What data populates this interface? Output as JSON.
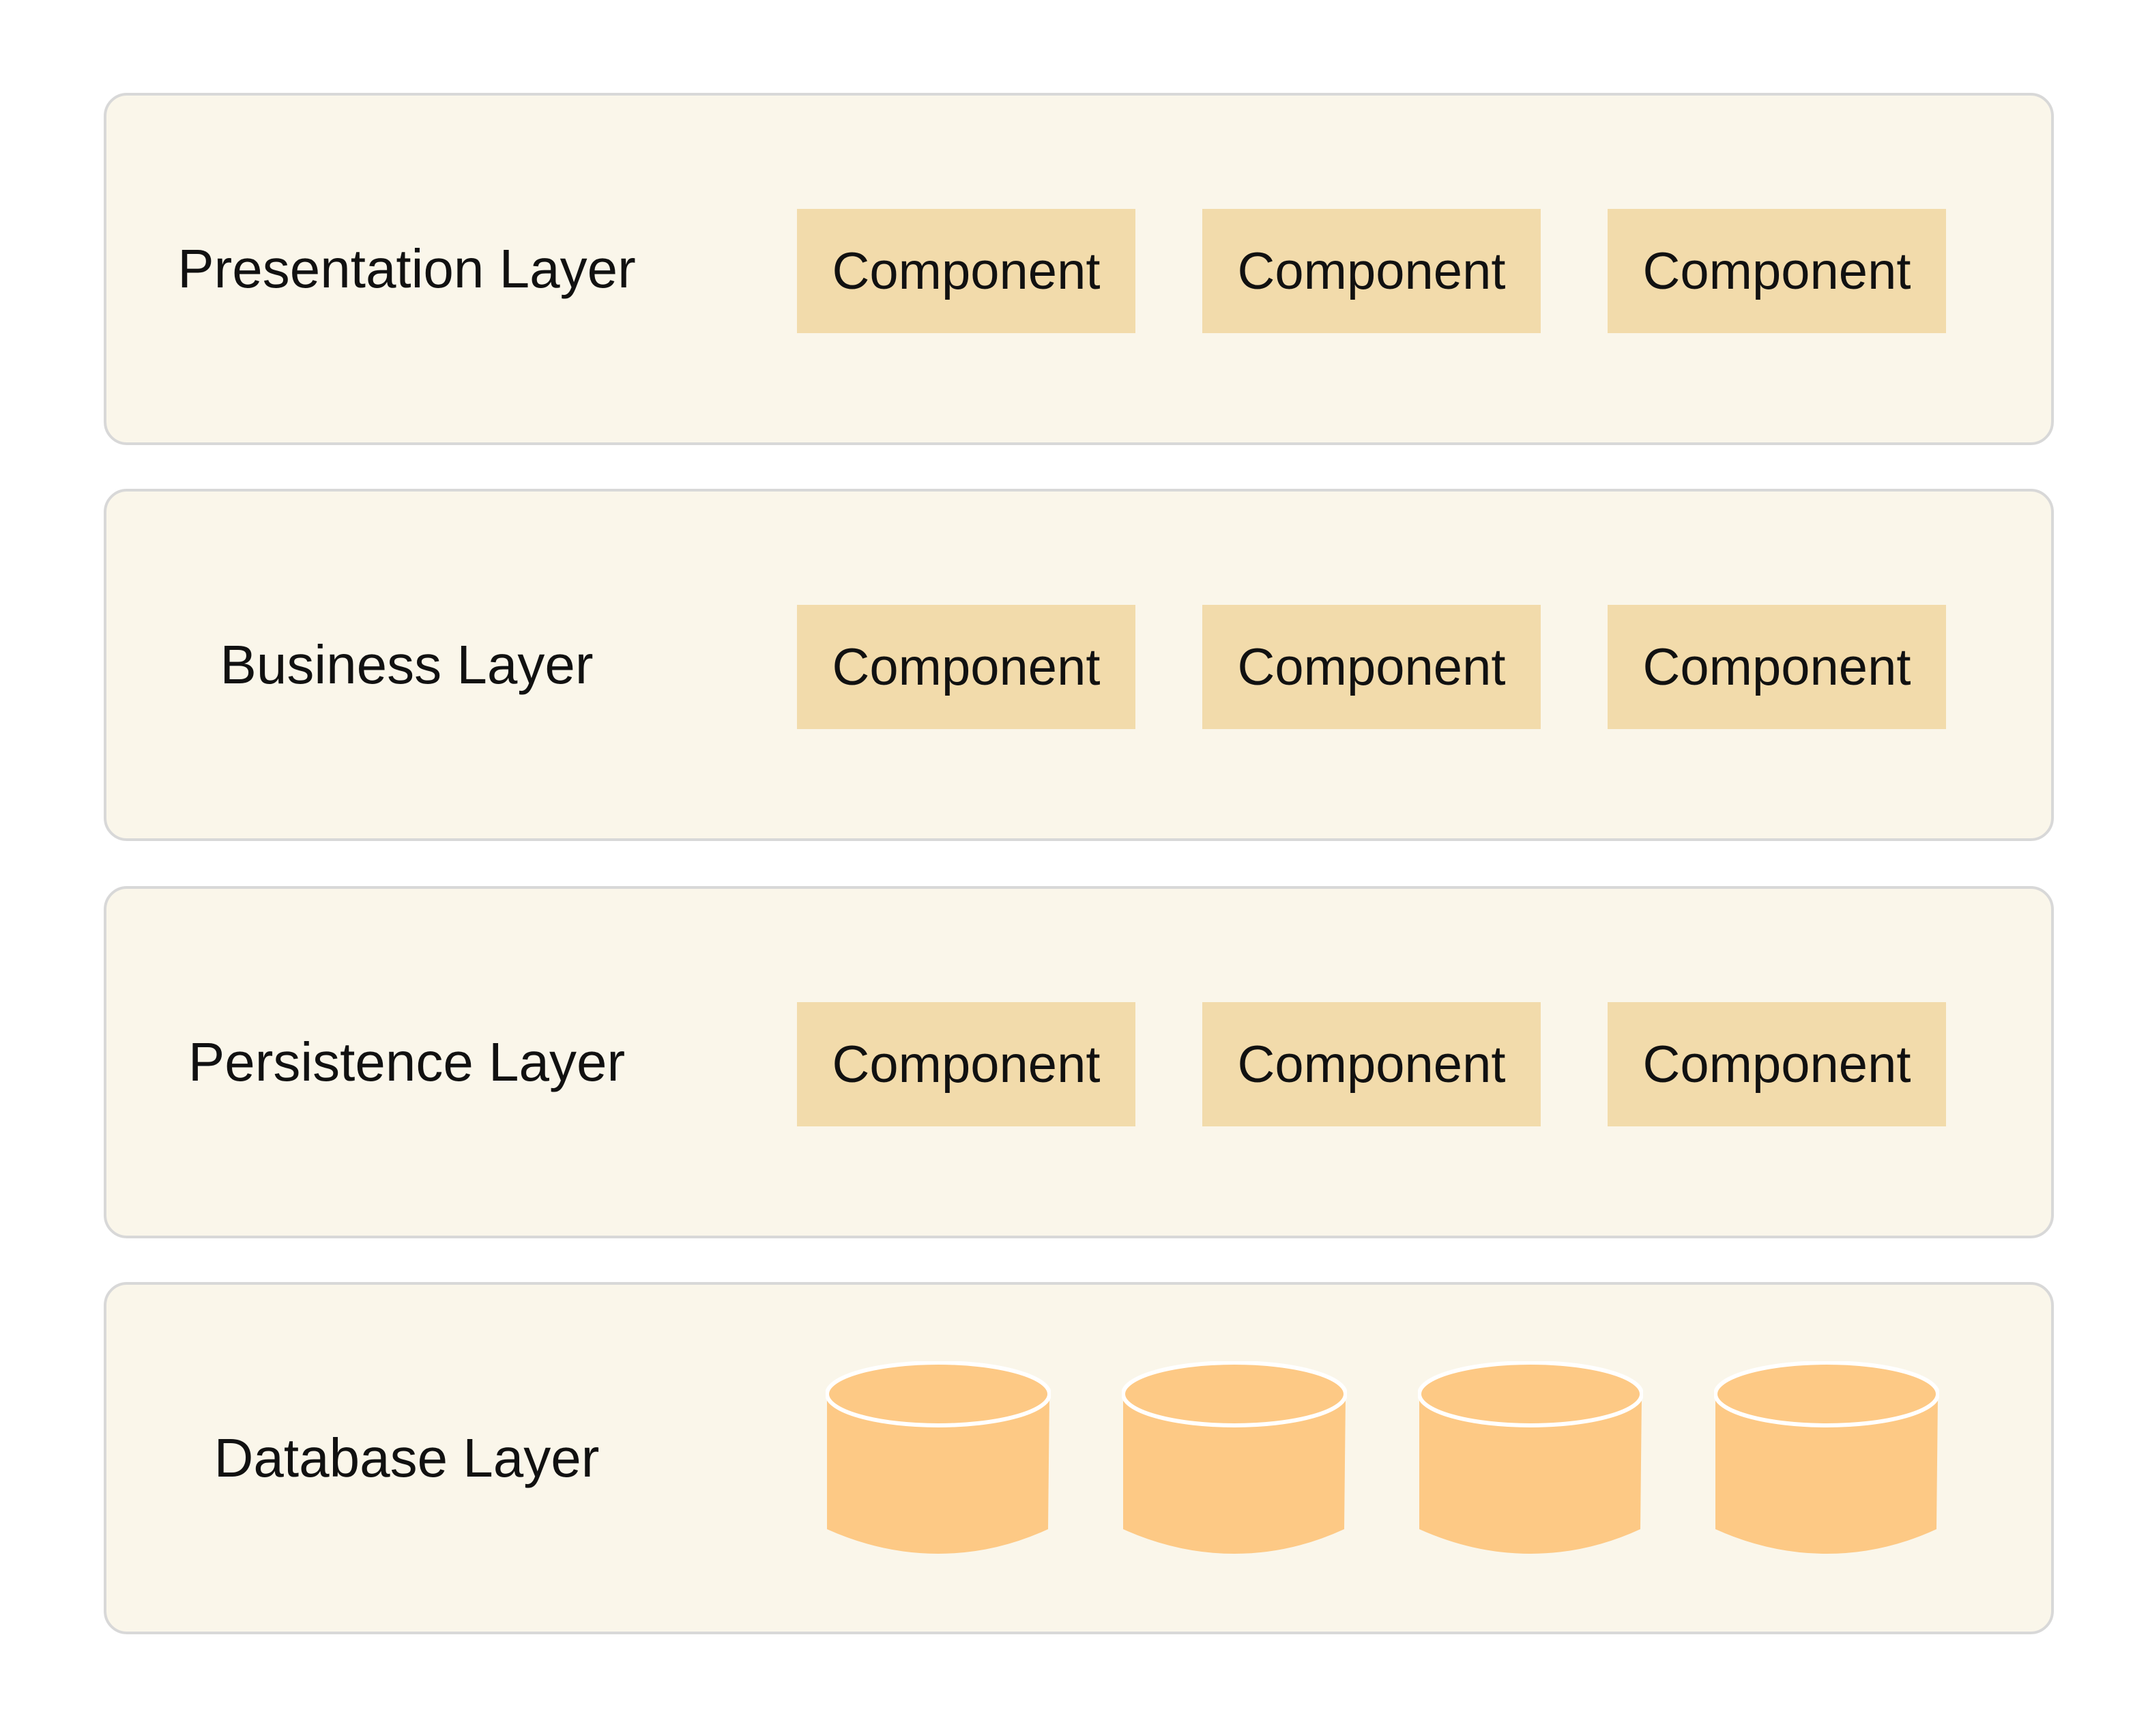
{
  "layers": [
    {
      "label": "Presentation Layer",
      "components": [
        "Component",
        "Component",
        "Component"
      ]
    },
    {
      "label": "Business Layer",
      "components": [
        "Component",
        "Component",
        "Component"
      ]
    },
    {
      "label": "Persistence Layer",
      "components": [
        "Component",
        "Component",
        "Component"
      ]
    },
    {
      "label": "Database Layer",
      "databases": [
        "database-icon",
        "database-icon",
        "database-icon",
        "database-icon"
      ]
    }
  ],
  "colors": {
    "layer_background": "#faf6ea",
    "layer_border": "#d8d8d8",
    "component_fill": "#f2dbab",
    "database_fill": "#fdc985"
  }
}
